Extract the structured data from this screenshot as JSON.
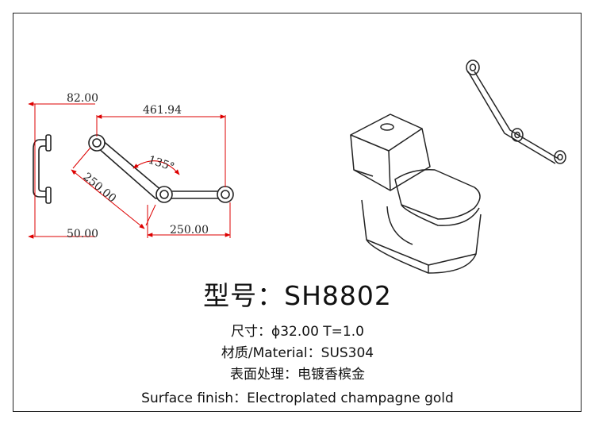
{
  "dimensions": {
    "top_offset": "82.00",
    "width": "461.94",
    "angle": "135°",
    "arm_length": "250.00",
    "bottom_offset": "50.00",
    "base_length": "250.00"
  },
  "spec": {
    "model": "型号：SH8802",
    "size": "尺寸：ϕ32.00 T=1.0",
    "material": "材质/Material：SUS304",
    "finish_cn": "表面处理：电镀香槟金",
    "finish_en": "Surface finish：Electroplated champagne gold"
  }
}
